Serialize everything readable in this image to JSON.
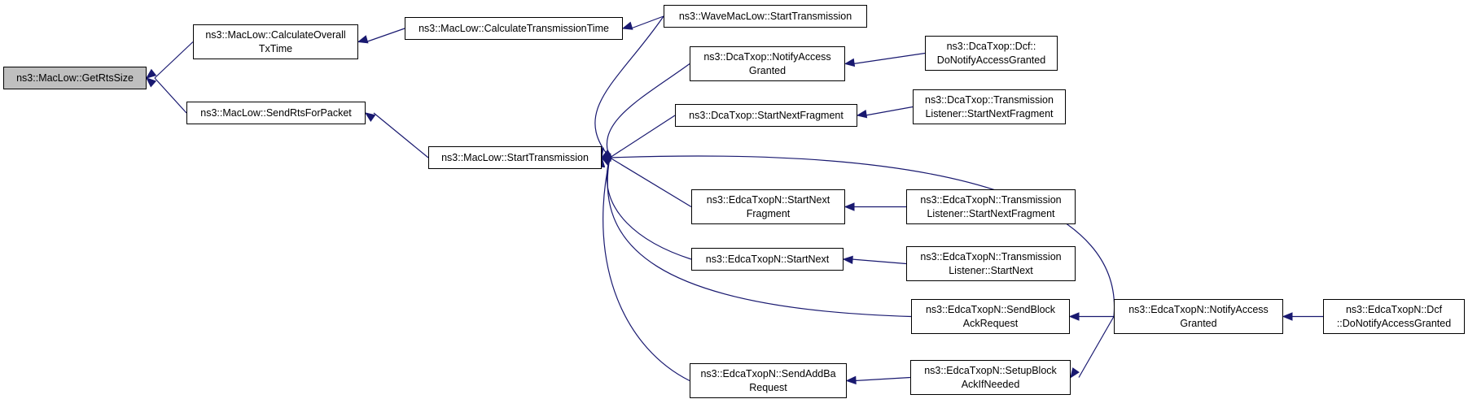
{
  "colors": {
    "edge": "#191970",
    "root_fill": "#bfbfbf",
    "node_fill": "#ffffff",
    "border": "#000000"
  },
  "nodes": [
    {
      "id": "getrtssize",
      "lines": [
        "ns3::MacLow::GetRtsSize"
      ],
      "root": true
    },
    {
      "id": "calcoverall",
      "lines": [
        "ns3::MacLow::CalculateOverall",
        "TxTime"
      ]
    },
    {
      "id": "sendrts",
      "lines": [
        "ns3::MacLow::SendRtsForPacket"
      ]
    },
    {
      "id": "calctx",
      "lines": [
        "ns3::MacLow::CalculateTransmissionTime"
      ]
    },
    {
      "id": "starttx",
      "lines": [
        "ns3::MacLow::StartTransmission"
      ]
    },
    {
      "id": "wavestart",
      "lines": [
        "ns3::WaveMacLow::StartTransmission"
      ]
    },
    {
      "id": "dcanotify",
      "lines": [
        "ns3::DcaTxop::NotifyAccess",
        "Granted"
      ]
    },
    {
      "id": "dcanextfrag",
      "lines": [
        "ns3::DcaTxop::StartNextFragment"
      ]
    },
    {
      "id": "edcanextfrag",
      "lines": [
        "ns3::EdcaTxopN::StartNext",
        "Fragment"
      ]
    },
    {
      "id": "edcanext",
      "lines": [
        "ns3::EdcaTxopN::StartNext"
      ]
    },
    {
      "id": "edcasendaddba",
      "lines": [
        "ns3::EdcaTxopN::SendAddBa",
        "Request"
      ]
    },
    {
      "id": "dcadonotify",
      "lines": [
        "ns3::DcaTxop::Dcf::",
        "DoNotifyAccessGranted"
      ]
    },
    {
      "id": "dcatlnextfrag",
      "lines": [
        "ns3::DcaTxop::Transmission",
        "Listener::StartNextFragment"
      ]
    },
    {
      "id": "edcatlnextfrag",
      "lines": [
        "ns3::EdcaTxopN::Transmission",
        "Listener::StartNextFragment"
      ]
    },
    {
      "id": "edcatlnext",
      "lines": [
        "ns3::EdcaTxopN::Transmission",
        "Listener::StartNext"
      ]
    },
    {
      "id": "edcasendblock",
      "lines": [
        "ns3::EdcaTxopN::SendBlock",
        "AckRequest"
      ]
    },
    {
      "id": "edcasetupblock",
      "lines": [
        "ns3::EdcaTxopN::SetupBlock",
        "AckIfNeeded"
      ]
    },
    {
      "id": "edcanotify",
      "lines": [
        "ns3::EdcaTxopN::NotifyAccess",
        "Granted"
      ]
    },
    {
      "id": "edcadcfdonotify",
      "lines": [
        "ns3::EdcaTxopN::Dcf",
        "::DoNotifyAccessGranted"
      ]
    }
  ],
  "edges": [
    {
      "from": "calcoverall",
      "to": "getrtssize"
    },
    {
      "from": "sendrts",
      "to": "getrtssize"
    },
    {
      "from": "calctx",
      "to": "calcoverall"
    },
    {
      "from": "starttx",
      "to": "sendrts"
    },
    {
      "from": "wavestart",
      "to": "calctx"
    },
    {
      "from": "wavestart",
      "to": "starttx"
    },
    {
      "from": "dcanotify",
      "to": "starttx"
    },
    {
      "from": "dcanextfrag",
      "to": "starttx"
    },
    {
      "from": "edcanextfrag",
      "to": "starttx"
    },
    {
      "from": "edcanext",
      "to": "starttx"
    },
    {
      "from": "edcasendaddba",
      "to": "starttx"
    },
    {
      "from": "edcasendblock",
      "to": "starttx"
    },
    {
      "from": "edcanotify",
      "to": "starttx"
    },
    {
      "from": "dcadonotify",
      "to": "dcanotify"
    },
    {
      "from": "dcatlnextfrag",
      "to": "dcanextfrag"
    },
    {
      "from": "edcatlnextfrag",
      "to": "edcanextfrag"
    },
    {
      "from": "edcatlnext",
      "to": "edcanext"
    },
    {
      "from": "edcanotify",
      "to": "edcasendblock"
    },
    {
      "from": "edcasetupblock",
      "to": "edcasendaddba"
    },
    {
      "from": "edcanotify",
      "to": "edcasetupblock"
    },
    {
      "from": "edcadcfdonotify",
      "to": "edcanotify"
    }
  ]
}
